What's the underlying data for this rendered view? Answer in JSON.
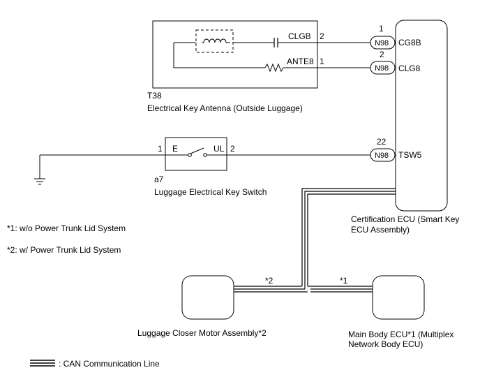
{
  "antenna": {
    "code": "T38",
    "name": "Electrical Key Antenna (Outside Luggage)",
    "pin_clgb_label": "CLGB",
    "pin_clgb_num": "2",
    "pin_ante8_label": "ANTE8",
    "pin_ante8_num": "1"
  },
  "ecu": {
    "name_line1": "Certification ECU (Smart Key",
    "name_line2": "ECU Assembly)",
    "connector": "N98",
    "pins": [
      {
        "num": "1",
        "label": "CG8B"
      },
      {
        "num": "2",
        "label": "CLG8"
      },
      {
        "num": "22",
        "label": "TSW5"
      }
    ]
  },
  "switch": {
    "code": "a7",
    "name": "Luggage Electrical Key Switch",
    "left_num": "1",
    "left_label": "E",
    "right_label": "UL",
    "right_num": "2"
  },
  "notes": {
    "note1": "*1: w/o Power Trunk Lid System",
    "note2": "*2: w/ Power Trunk Lid System"
  },
  "closer": {
    "name": "Luggage Closer Motor Assembly*2",
    "branch_mark": "*2"
  },
  "main_body": {
    "name_line1": "Main Body ECU*1 (Multiplex",
    "name_line2": "Network Body ECU)",
    "branch_mark": "*1"
  },
  "legend": {
    "can_label": ": CAN Communication Line"
  }
}
